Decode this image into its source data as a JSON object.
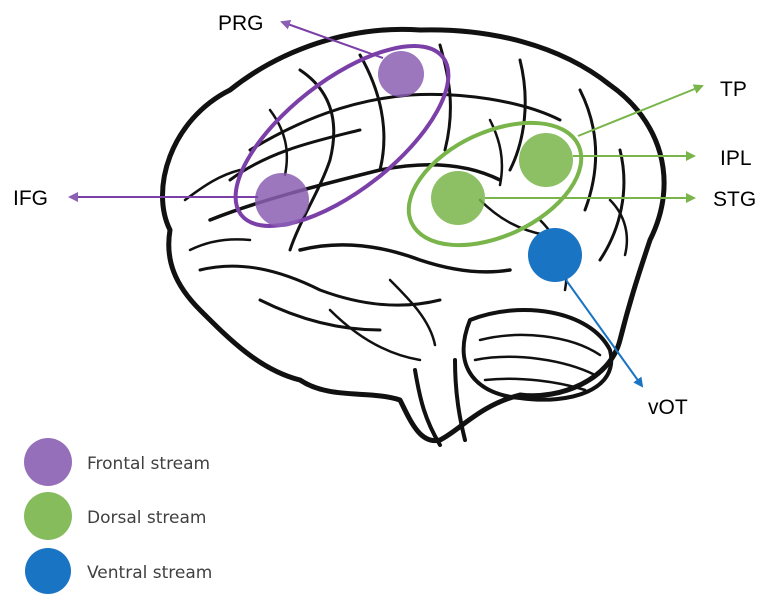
{
  "colors": {
    "frontal": "#8b5fb3",
    "dorsal": "#79b54a",
    "ventral": "#1a74c4",
    "brain_outline": "#111111"
  },
  "regions": {
    "prg": {
      "label": "PRG",
      "stream": "frontal"
    },
    "ifg": {
      "label": "IFG",
      "stream": "frontal"
    },
    "tp": {
      "label": "TP",
      "stream": "dorsal"
    },
    "ipl": {
      "label": "IPL",
      "stream": "dorsal"
    },
    "stg": {
      "label": "STG",
      "stream": "dorsal"
    },
    "vot": {
      "label": "vOT",
      "stream": "ventral"
    }
  },
  "legend": [
    {
      "label": "Frontal stream",
      "stream": "frontal"
    },
    {
      "label": "Dorsal stream",
      "stream": "dorsal"
    },
    {
      "label": "Ventral stream",
      "stream": "ventral"
    }
  ]
}
